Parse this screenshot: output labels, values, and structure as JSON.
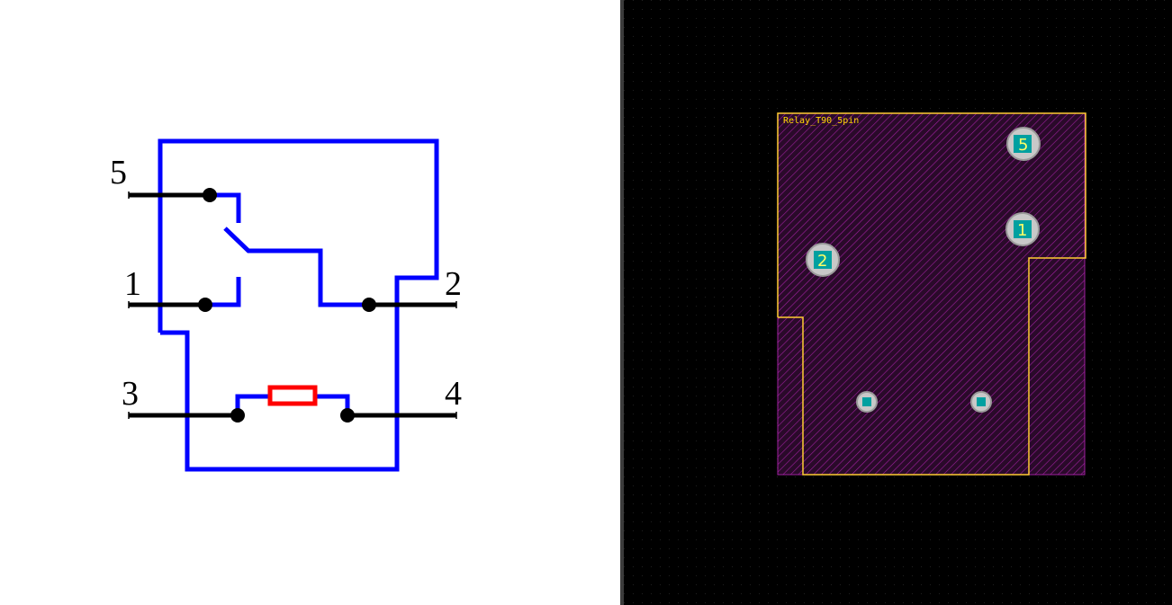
{
  "schematic": {
    "pins": [
      {
        "number": "5"
      },
      {
        "number": "1"
      },
      {
        "number": "2"
      },
      {
        "number": "3"
      },
      {
        "number": "4"
      }
    ],
    "colors": {
      "body": "#0000ff",
      "wire": "#000000",
      "coil": "#ff0000"
    }
  },
  "footprint": {
    "name": "Relay_T90_5pin",
    "pads": [
      {
        "number": "5"
      },
      {
        "number": "1"
      },
      {
        "number": "2"
      }
    ],
    "colors": {
      "outline": "#ffcc33",
      "hatch": "#a020a0",
      "pad": "#c8c8c8",
      "drill": "#00a0a0"
    }
  }
}
